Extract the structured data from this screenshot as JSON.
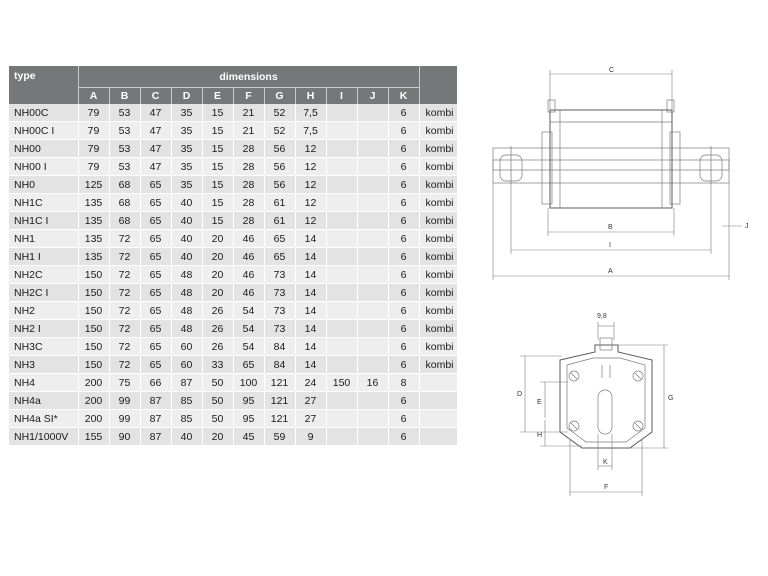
{
  "table": {
    "type_header": "type",
    "dimensions_header": "dimensions",
    "columns": [
      "A",
      "B",
      "C",
      "D",
      "E",
      "F",
      "G",
      "H",
      "I",
      "J",
      "K"
    ],
    "rows": [
      {
        "type": "NH00C",
        "values": [
          "79",
          "53",
          "47",
          "35",
          "15",
          "21",
          "52",
          "7,5",
          "",
          "",
          "6"
        ],
        "note": "kombi"
      },
      {
        "type": "NH00C I",
        "values": [
          "79",
          "53",
          "47",
          "35",
          "15",
          "21",
          "52",
          "7,5",
          "",
          "",
          "6"
        ],
        "note": "kombi"
      },
      {
        "type": "NH00",
        "values": [
          "79",
          "53",
          "47",
          "35",
          "15",
          "28",
          "56",
          "12",
          "",
          "",
          "6"
        ],
        "note": "kombi"
      },
      {
        "type": "NH00 I",
        "values": [
          "79",
          "53",
          "47",
          "35",
          "15",
          "28",
          "56",
          "12",
          "",
          "",
          "6"
        ],
        "note": "kombi"
      },
      {
        "type": "NH0",
        "values": [
          "125",
          "68",
          "65",
          "35",
          "15",
          "28",
          "56",
          "12",
          "",
          "",
          "6"
        ],
        "note": "kombi"
      },
      {
        "type": "NH1C",
        "values": [
          "135",
          "68",
          "65",
          "40",
          "15",
          "28",
          "61",
          "12",
          "",
          "",
          "6"
        ],
        "note": "kombi"
      },
      {
        "type": "NH1C I",
        "values": [
          "135",
          "68",
          "65",
          "40",
          "15",
          "28",
          "61",
          "12",
          "",
          "",
          "6"
        ],
        "note": "kombi"
      },
      {
        "type": "NH1",
        "values": [
          "135",
          "72",
          "65",
          "40",
          "20",
          "46",
          "65",
          "14",
          "",
          "",
          "6"
        ],
        "note": "kombi"
      },
      {
        "type": "NH1 I",
        "values": [
          "135",
          "72",
          "65",
          "40",
          "20",
          "46",
          "65",
          "14",
          "",
          "",
          "6"
        ],
        "note": "kombi"
      },
      {
        "type": "NH2C",
        "values": [
          "150",
          "72",
          "65",
          "48",
          "20",
          "46",
          "73",
          "14",
          "",
          "",
          "6"
        ],
        "note": "kombi"
      },
      {
        "type": "NH2C I",
        "values": [
          "150",
          "72",
          "65",
          "48",
          "20",
          "46",
          "73",
          "14",
          "",
          "",
          "6"
        ],
        "note": "kombi"
      },
      {
        "type": "NH2",
        "values": [
          "150",
          "72",
          "65",
          "48",
          "26",
          "54",
          "73",
          "14",
          "",
          "",
          "6"
        ],
        "note": "kombi"
      },
      {
        "type": "NH2 I",
        "values": [
          "150",
          "72",
          "65",
          "48",
          "26",
          "54",
          "73",
          "14",
          "",
          "",
          "6"
        ],
        "note": "kombi"
      },
      {
        "type": "NH3C",
        "values": [
          "150",
          "72",
          "65",
          "60",
          "26",
          "54",
          "84",
          "14",
          "",
          "",
          "6"
        ],
        "note": "kombi"
      },
      {
        "type": "NH3",
        "values": [
          "150",
          "72",
          "65",
          "60",
          "33",
          "65",
          "84",
          "14",
          "",
          "",
          "6"
        ],
        "note": "kombi"
      },
      {
        "type": "NH4",
        "values": [
          "200",
          "75",
          "66",
          "87",
          "50",
          "100",
          "121",
          "24",
          "150",
          "16",
          "8"
        ],
        "note": ""
      },
      {
        "type": "NH4a",
        "values": [
          "200",
          "99",
          "87",
          "85",
          "50",
          "95",
          "121",
          "27",
          "",
          "",
          "6"
        ],
        "note": ""
      },
      {
        "type": "NH4a SI*",
        "values": [
          "200",
          "99",
          "87",
          "85",
          "50",
          "95",
          "121",
          "27",
          "",
          "",
          "6"
        ],
        "note": ""
      },
      {
        "type": "NH1/1000V",
        "values": [
          "155",
          "90",
          "87",
          "40",
          "20",
          "45",
          "59",
          "9",
          "",
          "",
          "6"
        ],
        "note": ""
      }
    ]
  },
  "drawing": {
    "side_view_labels": {
      "C": "C",
      "B": "B",
      "I": "I",
      "A": "A",
      "J": "J"
    },
    "front_view_labels": {
      "top": "9,8",
      "D": "D",
      "E": "E",
      "H": "H",
      "G": "G",
      "K": "K",
      "F": "F"
    }
  }
}
